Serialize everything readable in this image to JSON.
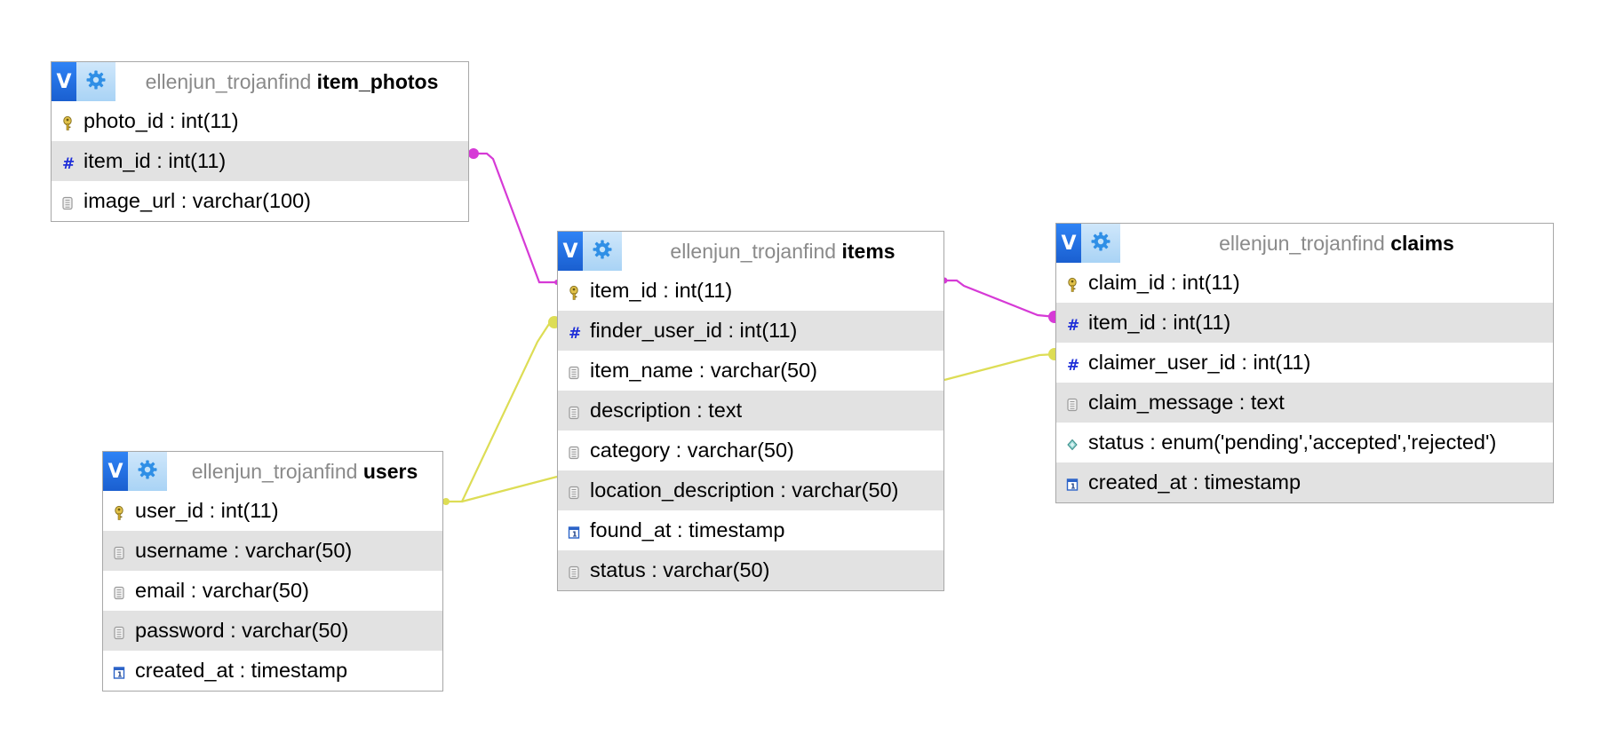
{
  "diagram": {
    "database": "ellenjun_trojanfind",
    "toggle_label": "V",
    "colors": {
      "relation_photos": "#d63ad6",
      "relation_users": "#dddd55",
      "key_icon": "#c9a227",
      "hash_icon": "#1f2fd8",
      "header_toggle": "#1f6fe0",
      "header_gear": "#a9d3f5",
      "alt_row": "#e2e2e2"
    },
    "tables": [
      {
        "name": "item_photos",
        "columns": [
          {
            "text": "photo_id : int(11)",
            "icon": "primary-key-icon"
          },
          {
            "text": "item_id : int(11)",
            "icon": "index-hash-icon"
          },
          {
            "text": "image_url : varchar(100)",
            "icon": "text-column-icon"
          }
        ]
      },
      {
        "name": "items",
        "columns": [
          {
            "text": "item_id : int(11)",
            "icon": "primary-key-icon"
          },
          {
            "text": "finder_user_id : int(11)",
            "icon": "index-hash-icon"
          },
          {
            "text": "item_name : varchar(50)",
            "icon": "text-column-icon"
          },
          {
            "text": "description : text",
            "icon": "text-column-icon"
          },
          {
            "text": "category : varchar(50)",
            "icon": "text-column-icon"
          },
          {
            "text": "location_description : varchar(50)",
            "icon": "text-column-icon"
          },
          {
            "text": "found_at : timestamp",
            "icon": "calendar-column-icon"
          },
          {
            "text": "status : varchar(50)",
            "icon": "text-column-icon"
          }
        ]
      },
      {
        "name": "claims",
        "columns": [
          {
            "text": "claim_id : int(11)",
            "icon": "primary-key-icon"
          },
          {
            "text": "item_id : int(11)",
            "icon": "index-hash-icon"
          },
          {
            "text": "claimer_user_id : int(11)",
            "icon": "index-hash-icon"
          },
          {
            "text": "claim_message : text",
            "icon": "text-column-icon"
          },
          {
            "text": "status : enum('pending','accepted','rejected')",
            "icon": "enum-diamond-icon"
          },
          {
            "text": "created_at : timestamp",
            "icon": "calendar-column-icon"
          }
        ]
      },
      {
        "name": "users",
        "columns": [
          {
            "text": "user_id : int(11)",
            "icon": "primary-key-icon"
          },
          {
            "text": "username : varchar(50)",
            "icon": "text-column-icon"
          },
          {
            "text": "email : varchar(50)",
            "icon": "text-column-icon"
          },
          {
            "text": "password : varchar(50)",
            "icon": "text-column-icon"
          },
          {
            "text": "created_at : timestamp",
            "icon": "calendar-column-icon"
          }
        ]
      }
    ]
  }
}
